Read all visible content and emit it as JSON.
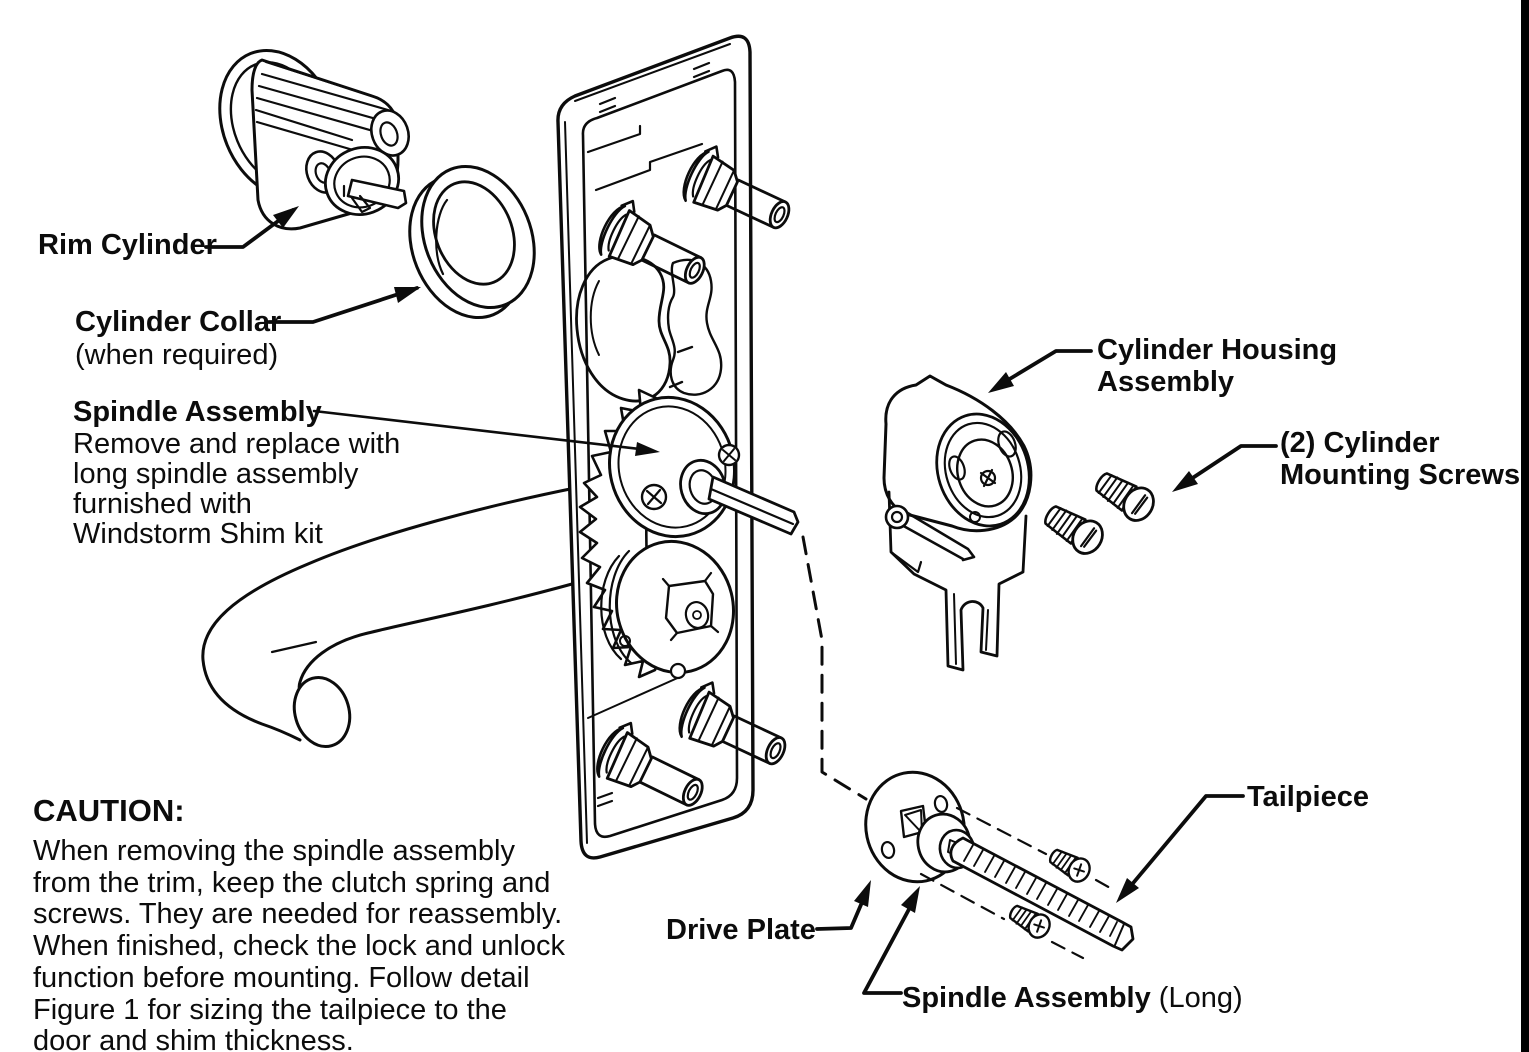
{
  "diagram_title": "Exit device trim exploded view",
  "labels": {
    "rim_cylinder": "Rim Cylinder",
    "cylinder_collar": "Cylinder Collar",
    "cylinder_collar_note": "(when required)",
    "spindle_assembly": {
      "title": "Spindle Assembly",
      "desc": [
        "Remove and replace with",
        "long spindle assembly",
        "furnished with",
        "Windstorm Shim kit"
      ]
    },
    "cylinder_housing": {
      "line1": "Cylinder Housing",
      "line2": "Assembly"
    },
    "mounting_screws": {
      "line1": "(2) Cylinder",
      "line2": "Mounting Screws"
    },
    "tailpiece": "Tailpiece",
    "drive_plate": "Drive Plate",
    "spindle_long": {
      "bold": "Spindle Assembly",
      "normal": " (Long)"
    }
  },
  "caution": {
    "title": "CAUTION:",
    "lines": [
      "When removing the spindle assembly",
      "from the trim, keep the clutch spring and",
      "screws. They are needed for reassembly.",
      "When finished, check the lock and unlock",
      "function before mounting. Follow detail",
      "Figure 1 for sizing the tailpiece to the",
      "door and shim thickness."
    ]
  },
  "colors": {
    "ink": "#0c0c0c",
    "background": "#ffffff",
    "border": "#000000"
  }
}
